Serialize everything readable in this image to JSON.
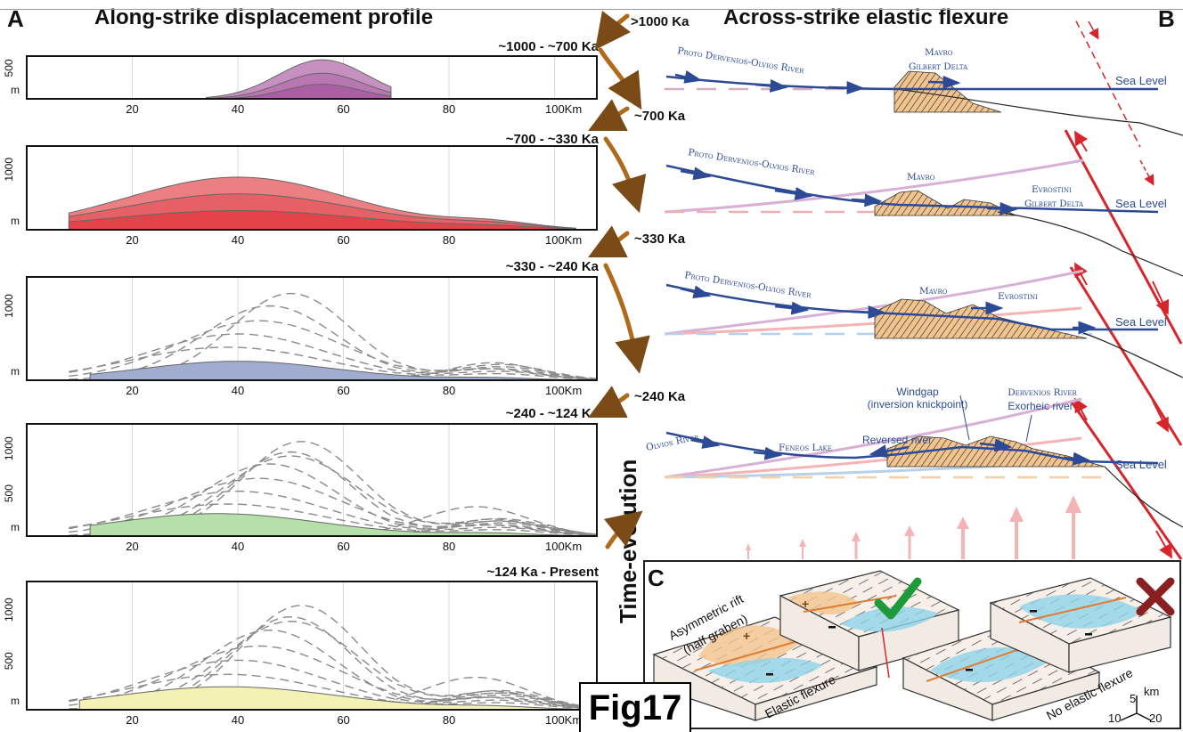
{
  "panels": {
    "a_letter": "A",
    "a_title": "Along-strike displacement profile",
    "b_letter": "B",
    "b_title": "Across-strike elastic flexure",
    "c_letter": "C"
  },
  "timeline": {
    "t0": ">1000 Ka",
    "t1": "~700 Ka",
    "t2": "~330 Ka",
    "t3": "~240 Ka",
    "evolution": "Time-evolution"
  },
  "profiles": [
    {
      "period": "~1000 - ~700 Ka",
      "fill": "#a8559f",
      "ylabels": [
        "500",
        "m"
      ],
      "ymax": 700
    },
    {
      "period": "~700 - ~330 Ka",
      "fill": "#e03a3f",
      "ylabels": [
        "1000",
        "m"
      ],
      "ymax": 1400
    },
    {
      "period": "~330 - ~240 Ka",
      "fill": "#6f7fb8",
      "ylabels": [
        "1000",
        "m"
      ],
      "ymax": 1250
    },
    {
      "period": "~240 - ~124 Ka",
      "fill": "#8fd07a",
      "ylabels": [
        "1000",
        "500",
        "m"
      ],
      "ymax": 1400
    },
    {
      "period": "~124 Ka - Present",
      "fill": "#ece98a",
      "ylabels": [
        "1000",
        "500",
        "m"
      ],
      "ymax": 1450
    }
  ],
  "xticks": [
    "20",
    "40",
    "60",
    "80",
    "100Km"
  ],
  "cross_sections": {
    "s1": {
      "river": "Proto Dervenios-Olvios River",
      "delta": [
        "Mavro",
        "Gilbert Delta"
      ],
      "sea": "Sea Level"
    },
    "s2": {
      "river": "Proto Dervenios-Olvios River",
      "delta1": "Mavro",
      "delta2": [
        "Evrostini",
        "Gilbert Delta"
      ],
      "sea": "Sea Level"
    },
    "s3": {
      "river": "Proto Dervenios-Olvios River",
      "delta1": "Mavro",
      "delta2": "Evrostini",
      "sea": "Sea Level"
    },
    "s4": {
      "river": "Olvios River",
      "lake": "Feneos Lake",
      "reversed": "Reversed river",
      "windgap": [
        "Windgap",
        "(inversion knickpoint)"
      ],
      "dervenios": [
        "Dervenios River",
        "Exorheic river"
      ],
      "sea": "Sea Level"
    }
  },
  "panel_c": {
    "rift_label": [
      "Asymmetric rift",
      "(half graben)"
    ],
    "elastic": "Elastic flexure",
    "no_elastic": "No elastic flexure",
    "scale_vertical": "5",
    "scale_unit": "km",
    "scale_left": "10",
    "scale_right": "20"
  },
  "figure_label": "Fig17"
}
